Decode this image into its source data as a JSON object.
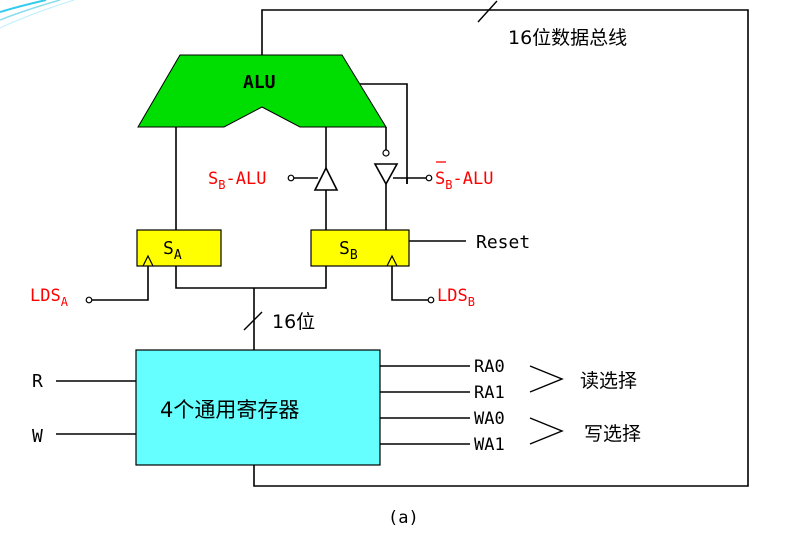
{
  "colors": {
    "alu_fill": "#00dd00",
    "register_fill": "#ffff00",
    "regfile_fill": "#66ffff",
    "control_label": "#ff0000",
    "line": "#000000",
    "corner_accent": "#33ccee"
  },
  "alu": {
    "label": "ALU"
  },
  "bus": {
    "label": "16位数据总线"
  },
  "path_width": {
    "label": "16位"
  },
  "register_a": {
    "main": "S",
    "sub": "A"
  },
  "register_b": {
    "main": "S",
    "sub": "B"
  },
  "control": {
    "sb_alu": {
      "main": "S",
      "sub": "B",
      "suffix": "-ALU"
    },
    "sb_bar_alu": {
      "main": "S",
      "sub": "B",
      "suffix": "-ALU"
    },
    "lds_a": {
      "main": "LDS",
      "sub": "A"
    },
    "lds_b": {
      "main": "LDS",
      "sub": "B"
    }
  },
  "reset": {
    "label": "Reset"
  },
  "register_file": {
    "label": "4个通用寄存器"
  },
  "inputs": {
    "r": "R",
    "w": "W"
  },
  "select_lines": [
    "RA0",
    "RA1",
    "WA0",
    "WA1"
  ],
  "read_select": {
    "label": "读选择"
  },
  "write_select": {
    "label": "写选择"
  },
  "caption": "(a)"
}
